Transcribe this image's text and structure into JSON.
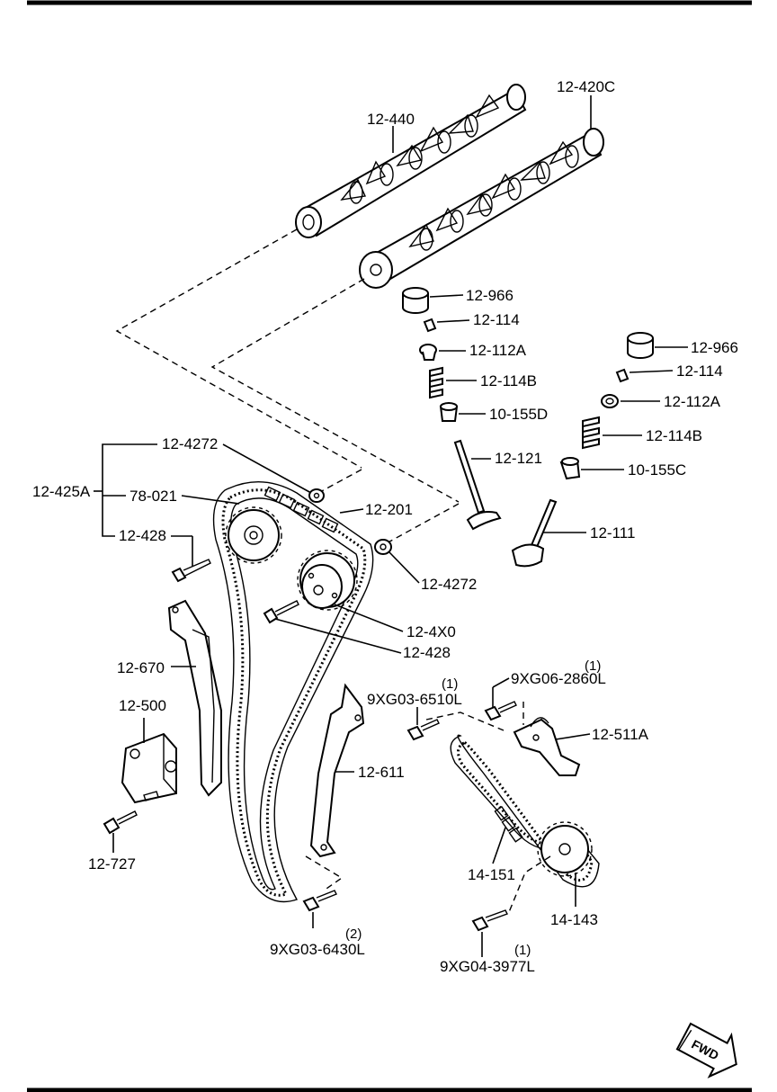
{
  "labels": {
    "camshaft_intake": "12-420C",
    "camshaft_exhaust": "12-440",
    "tappet_a": "12-966",
    "lock_a": "12-114",
    "spring_seat_a": "12-112A",
    "spring_a": "12-114B",
    "seal_a": "10-155D",
    "valve_exhaust": "12-121",
    "tappet_b": "12-966",
    "lock_b": "12-114",
    "spring_seat_b": "12-112A",
    "spring_b": "12-114B",
    "seal_b": "10-155C",
    "valve_intake": "12-111",
    "sprocket_set": "12-425A",
    "washer_top": "12-4272",
    "sprocket_exhaust": "78-021",
    "bolt_left": "12-428",
    "timing_chain": "12-201",
    "washer_right": "12-4272",
    "variable_timing": "12-4X0",
    "bolt_right": "12-428",
    "chain_guide_left": "12-670",
    "tensioner": "12-500",
    "tensioner_bolt": "12-727",
    "chain_guide_right": "12-611",
    "bolt_guide": "9XG03-6510L",
    "bolt_guide_qty": "(1)",
    "bolt_lower": "9XG03-6430L",
    "bolt_lower_qty": "(2)",
    "bolt_oil_tensioner": "9XG06-2860L",
    "bolt_oil_tensioner_qty": "(1)",
    "oil_pump_tensioner": "12-511A",
    "oil_pump_chain": "14-151",
    "oil_pump_sprocket": "14-143",
    "bolt_sprocket": "9XG04-3977L",
    "bolt_sprocket_qty": "(1)",
    "fwd": "FWD"
  }
}
